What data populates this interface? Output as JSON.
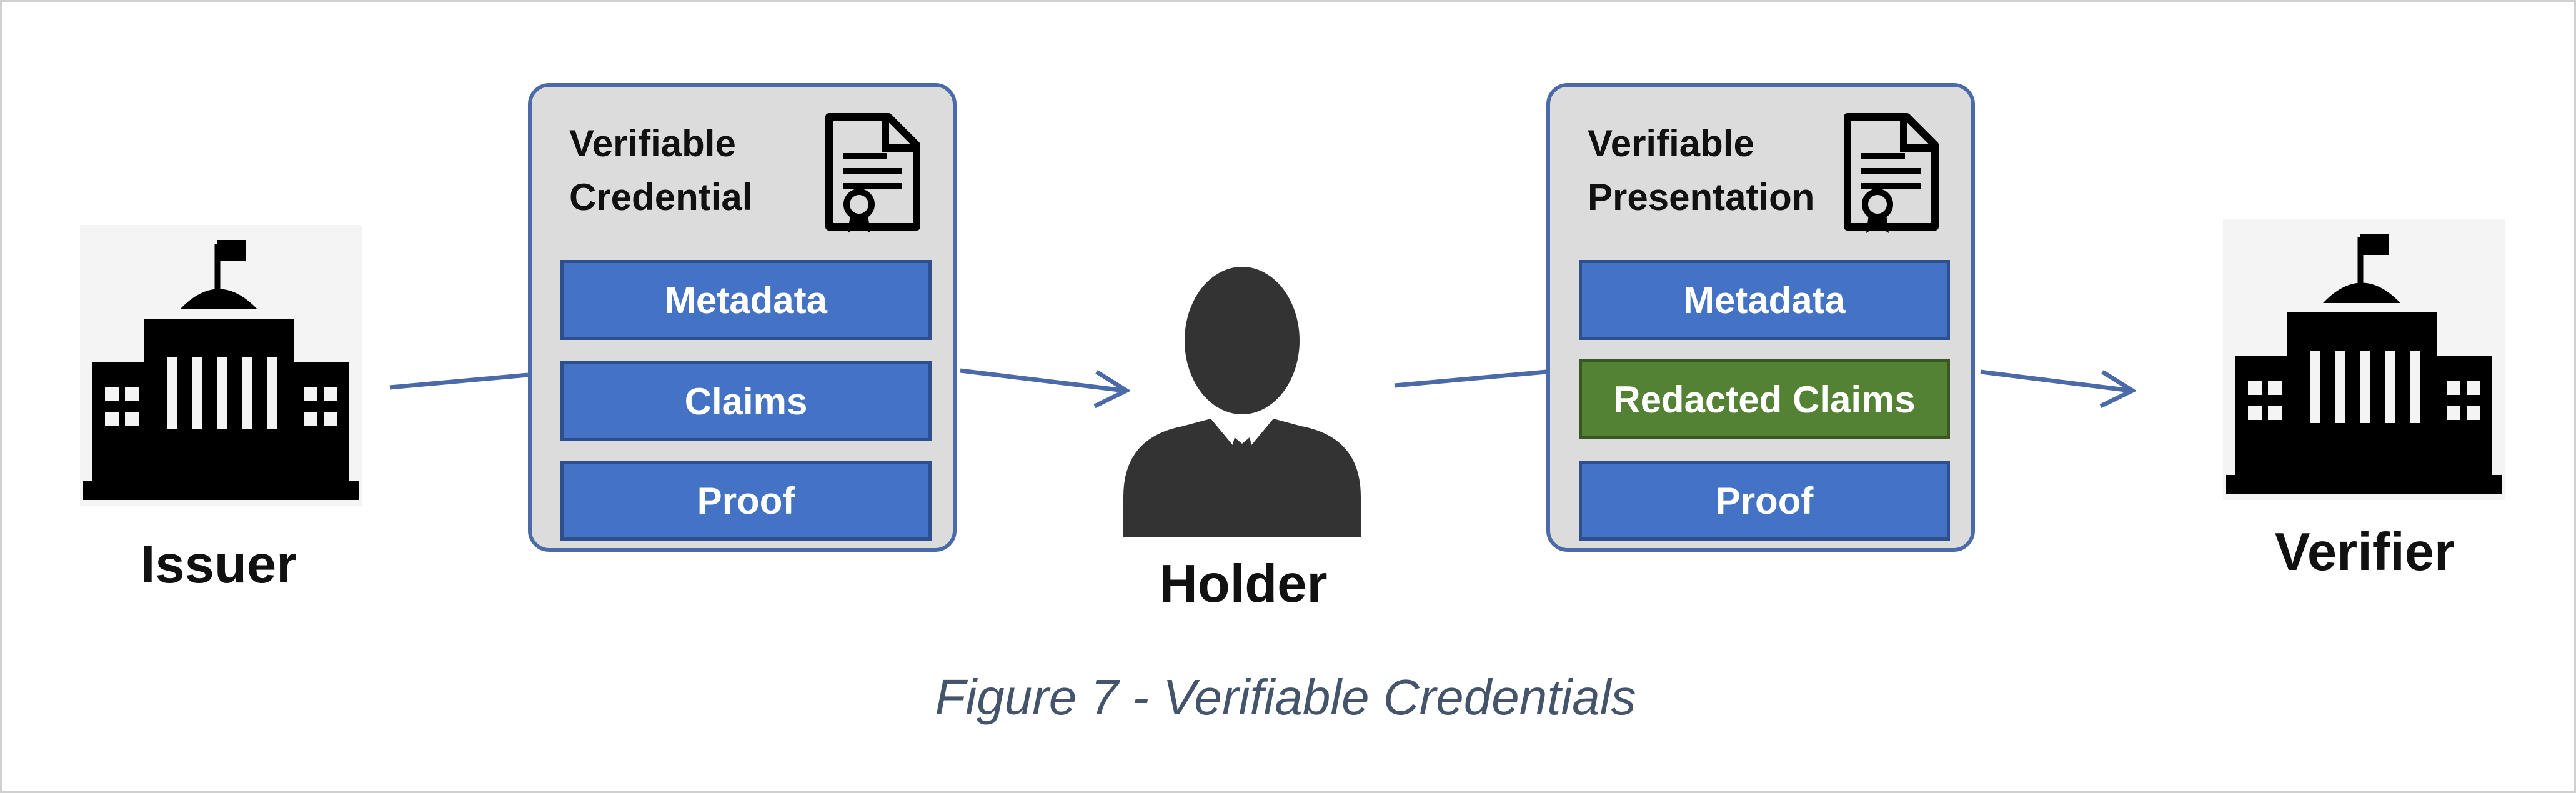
{
  "actors": {
    "issuer": {
      "label": "Issuer",
      "icon": "building-icon"
    },
    "holder": {
      "label": "Holder",
      "icon": "person-icon"
    },
    "verifier": {
      "label": "Verifier",
      "icon": "building-icon"
    }
  },
  "credential": {
    "title_line1": "Verifiable",
    "title_line2": "Credential",
    "icon": "certificate-icon",
    "fields": [
      {
        "label": "Metadata",
        "color": "#4472c4"
      },
      {
        "label": "Claims",
        "color": "#4472c4"
      },
      {
        "label": "Proof",
        "color": "#4472c4"
      }
    ]
  },
  "presentation": {
    "title_line1": "Verifiable",
    "title_line2": "Presentation",
    "icon": "certificate-icon",
    "fields": [
      {
        "label": "Metadata",
        "color": "#4472c4"
      },
      {
        "label": "Redacted Claims",
        "color": "#548235"
      },
      {
        "label": "Proof",
        "color": "#4472c4"
      }
    ]
  },
  "caption": "Figure 7 - Verifiable Credentials",
  "colors": {
    "card_border": "#4a6aa8",
    "card_fill": "#dcdcdc",
    "arrow": "#4a6aa8",
    "caption": "#44546a",
    "icon": "#000000"
  }
}
